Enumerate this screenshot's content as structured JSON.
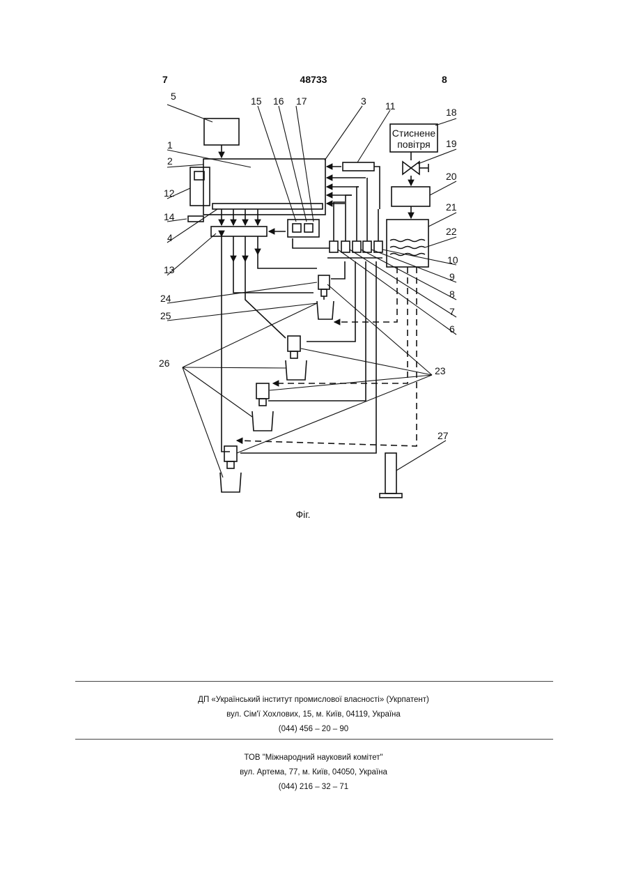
{
  "header": {
    "left_page": "7",
    "patent_number": "48733",
    "right_page": "8"
  },
  "figure": {
    "box_18_text": [
      "Стиснене",
      "повітря"
    ],
    "labels": {
      "n1": "1",
      "n2": "2",
      "n3": "3",
      "n4": "4",
      "n5": "5",
      "n6": "6",
      "n7": "7",
      "n8": "8",
      "n9": "9",
      "n10": "10",
      "n11": "11",
      "n12": "12",
      "n13": "13",
      "n14": "14",
      "n15": "15",
      "n16": "16",
      "n17": "17",
      "n18": "18",
      "n19": "19",
      "n20": "20",
      "n21": "21",
      "n22": "22",
      "n23": "23",
      "n24": "24",
      "n25": "25",
      "n26": "26",
      "n27": "27"
    },
    "caption": "Фіг."
  },
  "footer": {
    "org1": {
      "name": "ДП «Український інститут промислової власності» (Укрпатент)",
      "address": "вул. Сім'ї Хохлових, 15, м. Київ, 04119, Україна",
      "phone": "(044) 456 – 20 – 90"
    },
    "org2": {
      "name": "ТОВ \"Міжнародний науковий комітет\"",
      "address": "вул. Артема, 77, м. Київ, 04050, Україна",
      "phone": "(044) 216 – 32 – 71"
    }
  }
}
